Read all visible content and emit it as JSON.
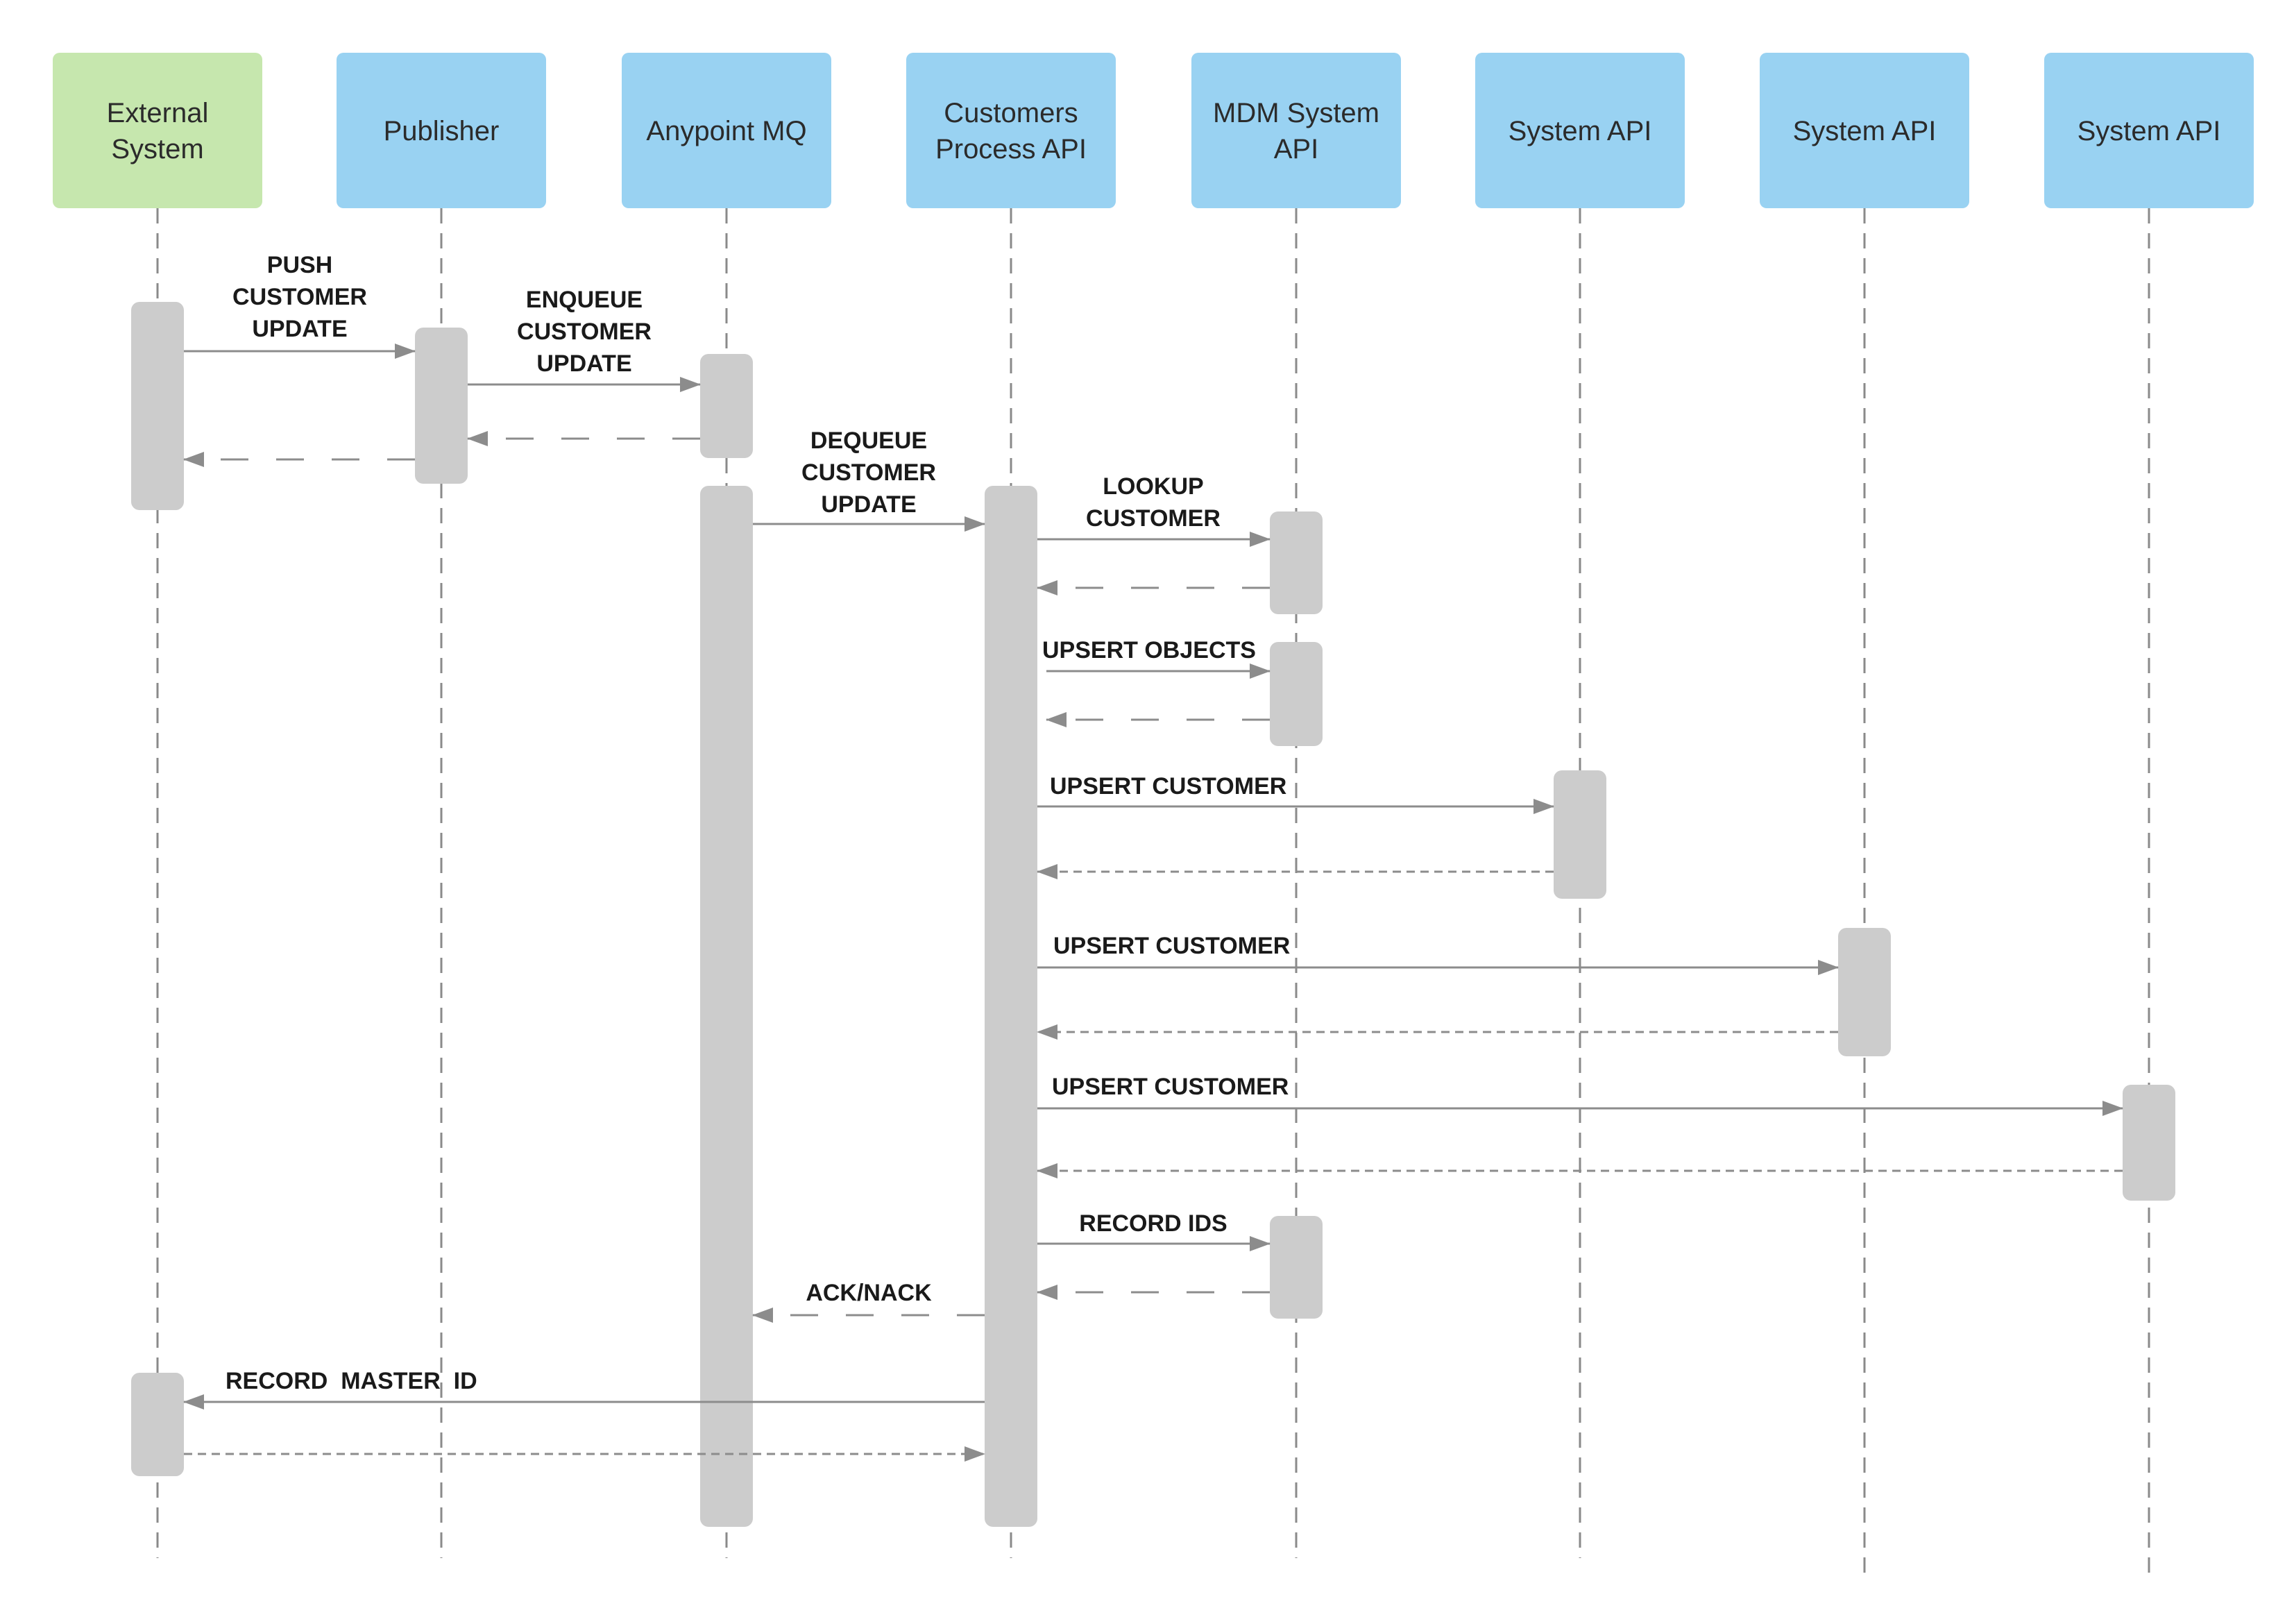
{
  "colors": {
    "external_actor": "#c6e7ae",
    "system_actor": "#99d2f2",
    "activation": "#cccccc",
    "line": "#8c8c8c",
    "lifeline": "#8a8a8a"
  },
  "actors": [
    {
      "id": "external-system",
      "lines": [
        "External",
        "System"
      ],
      "kind": "external"
    },
    {
      "id": "publisher",
      "lines": [
        "Publisher"
      ],
      "kind": "system"
    },
    {
      "id": "anypoint-mq",
      "lines": [
        "Anypoint MQ"
      ],
      "kind": "system"
    },
    {
      "id": "customers-process-api",
      "lines": [
        "Customers",
        "Process API"
      ],
      "kind": "system"
    },
    {
      "id": "mdm-system-api",
      "lines": [
        "MDM System",
        "API"
      ],
      "kind": "system"
    },
    {
      "id": "system-api-1",
      "lines": [
        "System API"
      ],
      "kind": "system"
    },
    {
      "id": "system-api-2",
      "lines": [
        "System API"
      ],
      "kind": "system"
    },
    {
      "id": "system-api-3",
      "lines": [
        "System API"
      ],
      "kind": "system"
    }
  ],
  "messages": [
    {
      "id": "push-customer-update",
      "from": "external-system",
      "to": "publisher",
      "type": "call",
      "label": [
        "PUSH",
        "CUSTOMER",
        "UPDATE"
      ]
    },
    {
      "id": "enqueue-customer-update",
      "from": "publisher",
      "to": "anypoint-mq",
      "type": "call",
      "label": [
        "ENQUEUE",
        "CUSTOMER",
        "UPDATE"
      ]
    },
    {
      "id": "enqueue-return",
      "from": "anypoint-mq",
      "to": "publisher",
      "type": "return",
      "label": []
    },
    {
      "id": "push-return",
      "from": "publisher",
      "to": "external-system",
      "type": "return",
      "label": []
    },
    {
      "id": "dequeue-customer-update",
      "from": "anypoint-mq",
      "to": "customers-process-api",
      "type": "call",
      "label": [
        "DEQUEUE",
        "CUSTOMER",
        "UPDATE"
      ]
    },
    {
      "id": "lookup-customer",
      "from": "customers-process-api",
      "to": "mdm-system-api",
      "type": "call",
      "label": [
        "LOOKUP",
        "CUSTOMER"
      ]
    },
    {
      "id": "lookup-return",
      "from": "mdm-system-api",
      "to": "customers-process-api",
      "type": "return",
      "label": []
    },
    {
      "id": "upsert-objects",
      "from": "customers-process-api",
      "to": "mdm-system-api",
      "type": "call",
      "label": [
        "UPSERT OBJECTS"
      ]
    },
    {
      "id": "upsert-objects-return",
      "from": "mdm-system-api",
      "to": "customers-process-api",
      "type": "return",
      "label": []
    },
    {
      "id": "upsert-customer-1",
      "from": "customers-process-api",
      "to": "system-api-1",
      "type": "call",
      "label": [
        "UPSERT CUSTOMER"
      ]
    },
    {
      "id": "upsert-customer-1-return",
      "from": "system-api-1",
      "to": "customers-process-api",
      "type": "return",
      "label": []
    },
    {
      "id": "upsert-customer-2",
      "from": "customers-process-api",
      "to": "system-api-2",
      "type": "call",
      "label": [
        "UPSERT CUSTOMER"
      ]
    },
    {
      "id": "upsert-customer-2-return",
      "from": "system-api-2",
      "to": "customers-process-api",
      "type": "return",
      "label": []
    },
    {
      "id": "upsert-customer-3",
      "from": "customers-process-api",
      "to": "system-api-3",
      "type": "call",
      "label": [
        "UPSERT CUSTOMER"
      ]
    },
    {
      "id": "upsert-customer-3-return",
      "from": "system-api-3",
      "to": "customers-process-api",
      "type": "return",
      "label": []
    },
    {
      "id": "record-ids",
      "from": "customers-process-api",
      "to": "mdm-system-api",
      "type": "call",
      "label": [
        "RECORD IDS"
      ]
    },
    {
      "id": "record-ids-return",
      "from": "mdm-system-api",
      "to": "customers-process-api",
      "type": "return",
      "label": []
    },
    {
      "id": "ack-nack",
      "from": "customers-process-api",
      "to": "anypoint-mq",
      "type": "return",
      "label": [
        "ACK/NACK"
      ]
    },
    {
      "id": "record-master-id",
      "from": "customers-process-api",
      "to": "external-system",
      "type": "call",
      "label": [
        "RECORD  MASTER  ID"
      ]
    },
    {
      "id": "record-master-id-return",
      "from": "external-system",
      "to": "customers-process-api",
      "type": "return",
      "label": []
    }
  ]
}
